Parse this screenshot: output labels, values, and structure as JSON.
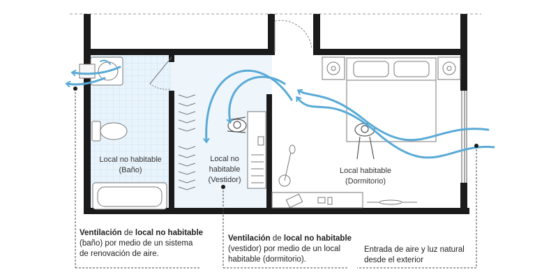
{
  "colors": {
    "wall": "#1b1b1b",
    "tile_fill": "#e9f3fb",
    "tile_grid": "#c6dff1",
    "walkin_fill": "#eef6fc",
    "airflow": "#5aaad6",
    "leader": "#444444",
    "furniture": "#777777"
  },
  "rooms": {
    "bathroom": {
      "line1": "Local no habitable",
      "line2": "(Baño)"
    },
    "closet": {
      "line1": "Local no",
      "line2": "habitable",
      "line3": "(Vestidor)"
    },
    "bedroom": {
      "line1": "Local habitable",
      "line2": "(Dormitorio)"
    }
  },
  "captions": {
    "bathroom": {
      "w1": "Ventilación",
      "w2": " de ",
      "w3": "local no habitable",
      "rest_line1": "(baño) por medio de un sistema",
      "rest_line2": "de renovación de aire."
    },
    "closet": {
      "w1": "Ventilación",
      "w2": " de ",
      "w3": "local no habitable",
      "rest_line1": "(vestidor) por medio de un local",
      "rest_line2": "habitable (dormitorio)."
    },
    "exterior": {
      "line1": "Entrada de aire y luz natural",
      "line2": "desde el exterior"
    }
  }
}
